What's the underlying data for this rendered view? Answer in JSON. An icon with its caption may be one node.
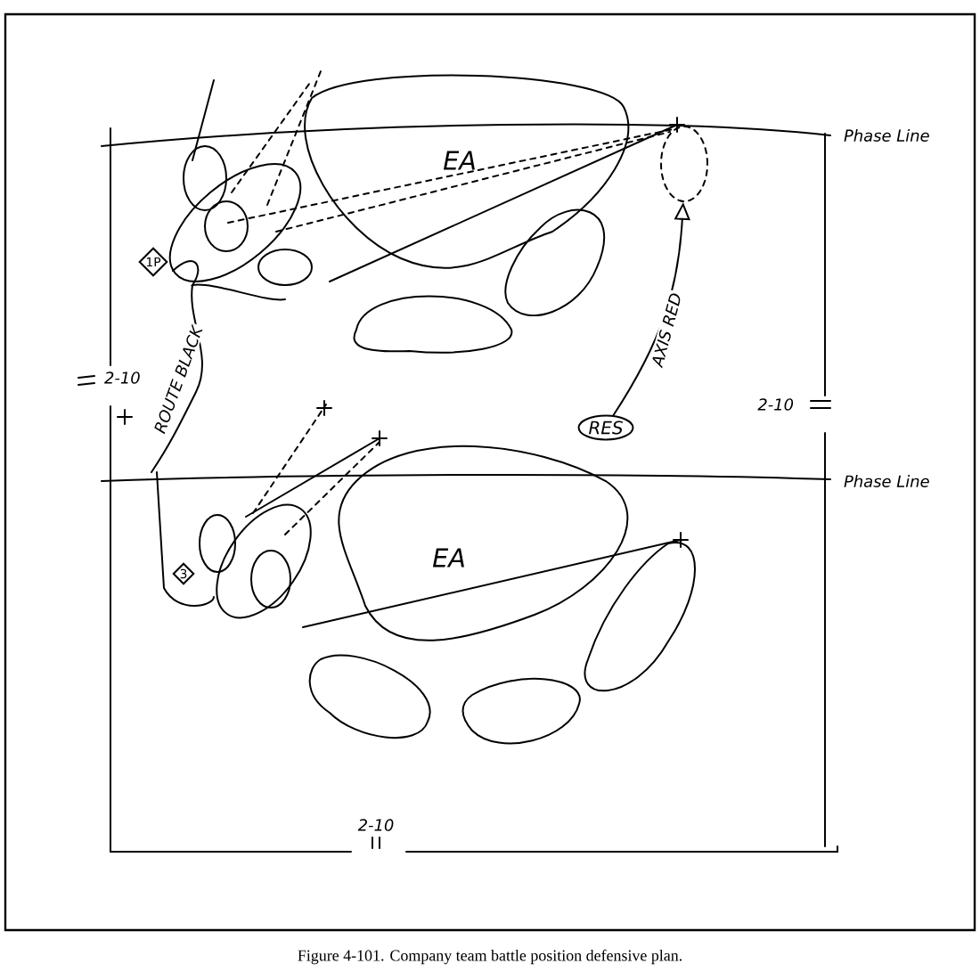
{
  "diagram": {
    "caption": "Figure 4-101. Company team battle position defensive plan.",
    "nodes": [
      {
        "text": [
          "EA"
        ]
      },
      {
        "text": [
          "1P"
        ]
      },
      {
        "text": [
          "RES"
        ]
      },
      {
        "text": [],
        "shape": "oval"
      },
      {
        "text": [
          "EA"
        ]
      },
      {
        "text": [
          "3"
        ]
      }
    ],
    "edges": [
      {
        "from": 2,
        "to": 3,
        "arrow": "to",
        "label": "AXIS RED"
      }
    ],
    "labels": [
      "Phase Line",
      "2-10",
      "ROUTE BLACK",
      "2-10",
      "Phase Line",
      "2-10"
    ]
  }
}
